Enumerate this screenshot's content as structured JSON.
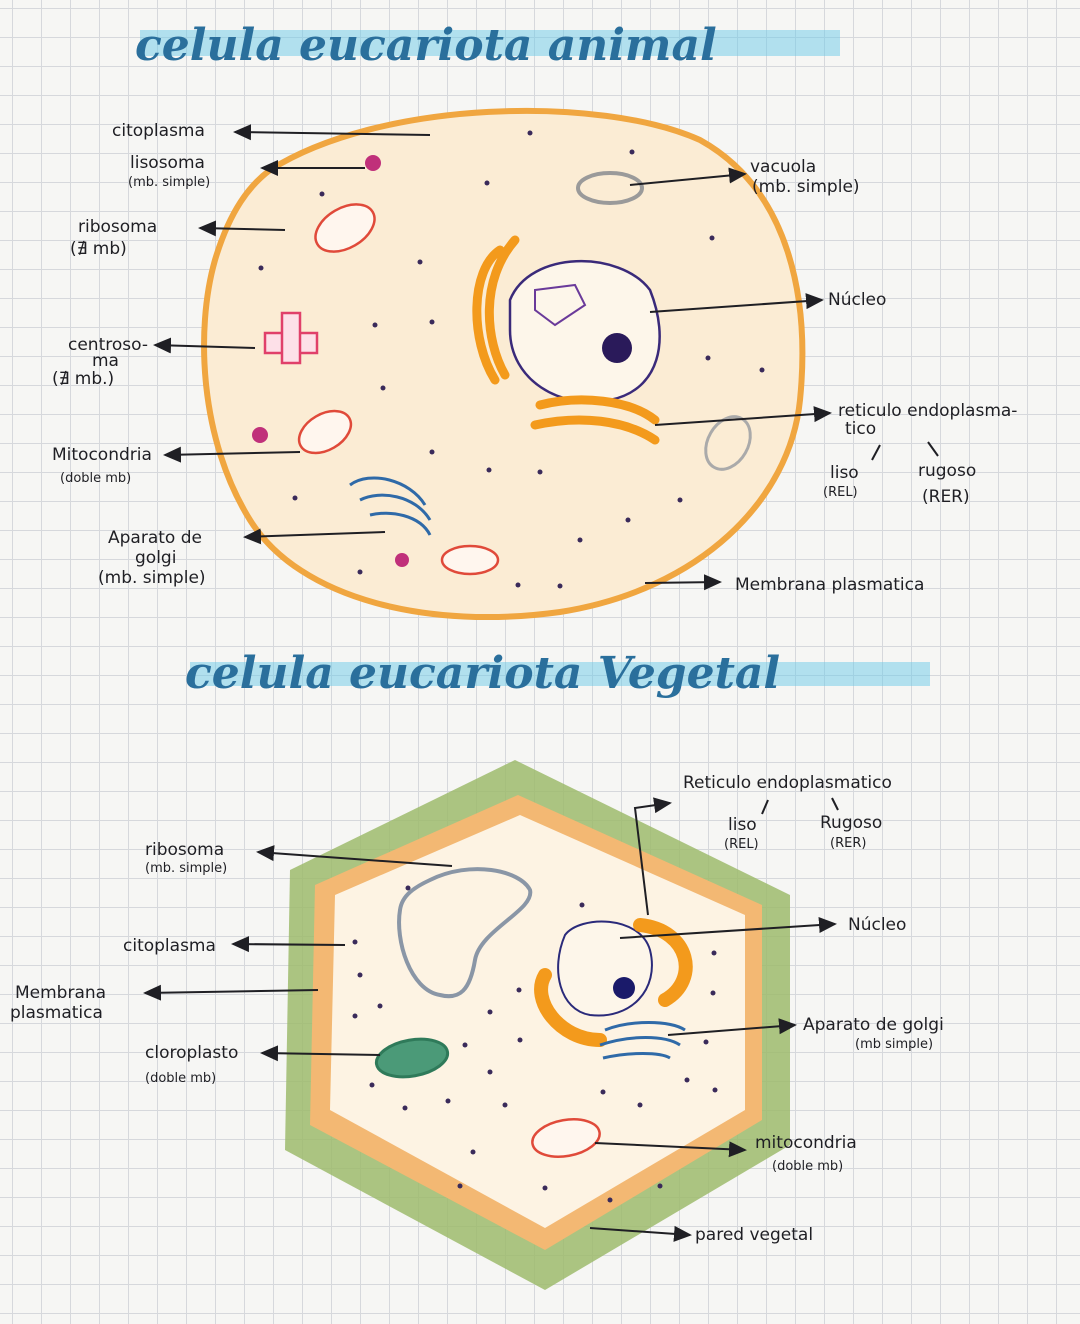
{
  "colors": {
    "title": "#2a6f9c",
    "title_highlight": "#6cc9e8",
    "membrane": "#f0a640",
    "cytoplasm": "#fbecd4",
    "cell_wall": "#9dbb6c",
    "nucleus": "#3a2a7a",
    "golgi": "#2f6aa8",
    "mitochondria": "#e04a3a",
    "er": "#f39a1c",
    "chloroplast": "#2f7a5a"
  },
  "animal": {
    "title": "celula eucariota animal",
    "labels": {
      "citoplasma": "citoplasma",
      "lisosoma": "lisosoma",
      "lisosoma_note": "(mb. simple)",
      "ribosoma": "ribosoma",
      "ribosoma_note": "(∄ mb)",
      "centrosoma": "centroso-",
      "centrosoma_2": "ma",
      "centrosoma_note": "(∄ mb.)",
      "mitocondria": "Mitocondria",
      "mitocondria_note": "(doble mb)",
      "golgi": "Aparato de",
      "golgi_2": "golgi",
      "golgi_note": "(mb. simple)",
      "vacuola": "vacuola",
      "vacuola_note": "(mb. simple)",
      "nucleo": "Núcleo",
      "reticulo": "reticulo endoplasma-",
      "reticulo_2": "tico",
      "liso": "liso",
      "liso_note": "(REL)",
      "rugoso": "rugoso",
      "rugoso_note": "(RER)",
      "membrana": "Membrana plasmatica"
    }
  },
  "vegetal": {
    "title": "celula eucariota Vegetal",
    "labels": {
      "reticulo": "Reticulo endoplasmatico",
      "liso": "liso",
      "liso_note": "(REL)",
      "rugoso": "Rugoso",
      "rugoso_note": "(RER)",
      "ribosoma": "ribosoma",
      "ribosoma_note": "(mb. simple)",
      "citoplasma": "citoplasma",
      "membrana": "Membrana",
      "membrana_2": "plasmatica",
      "cloroplasto": "cloroplasto",
      "cloroplasto_note": "(doble mb)",
      "nucleo": "Núcleo",
      "golgi": "Aparato de golgi",
      "golgi_note": "(mb simple)",
      "mitocondria": "mitocondria",
      "mitocondria_note": "(doble mb)",
      "pared": "pared vegetal"
    }
  }
}
